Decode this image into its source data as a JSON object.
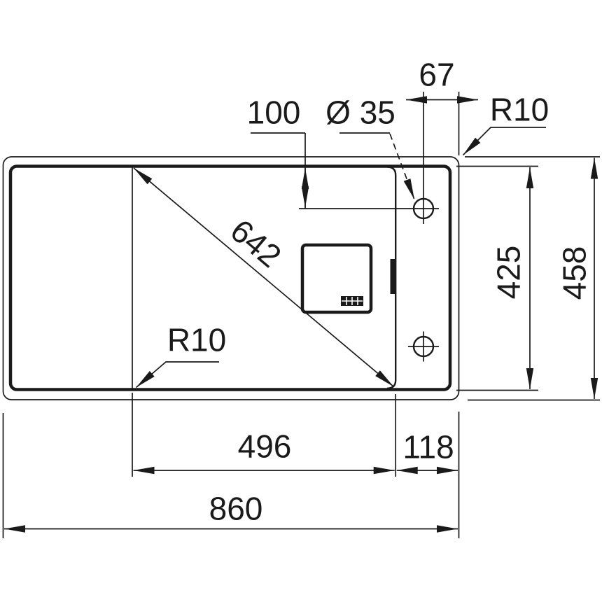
{
  "drawing": {
    "subject": "sink-top-view-technical-drawing",
    "colors": {
      "line": "#1a1a1a",
      "background": "#ffffff"
    },
    "labels": {
      "overall_width": "860",
      "overall_depth": "458",
      "inner_depth": "425",
      "bowl_width": "496",
      "tap_deck_width": "118",
      "bowl_diagonal": "642",
      "hole_offset_top": "100",
      "hole_offset_corner": "67",
      "tap_hole_diameter": "Ø 35",
      "outer_corner_radius": "R10",
      "bowl_corner_radius": "R10"
    }
  }
}
